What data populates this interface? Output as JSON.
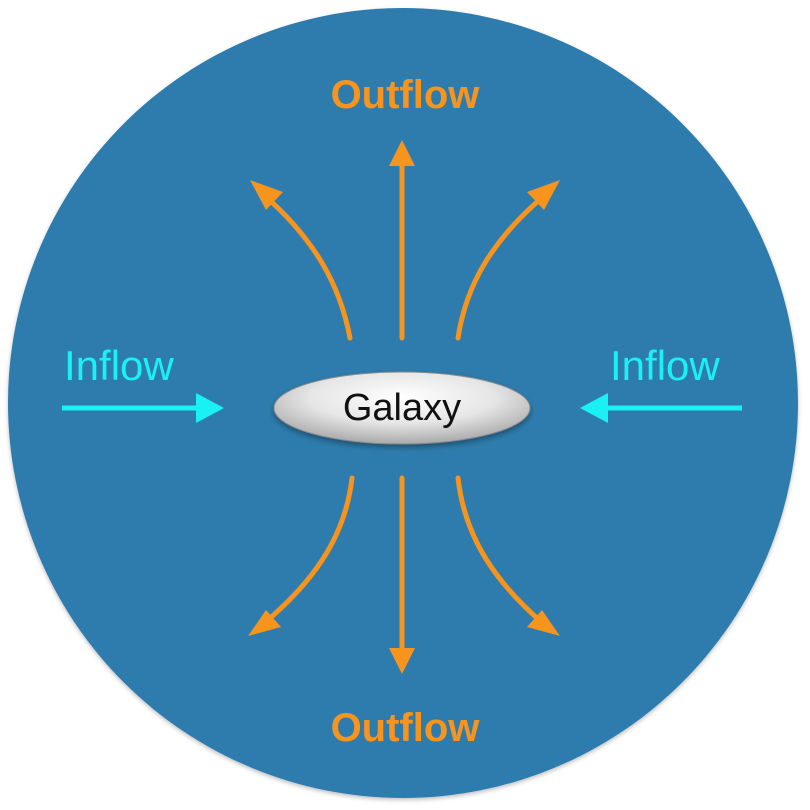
{
  "diagram": {
    "labels": {
      "outflow_top": "Outflow",
      "outflow_bottom": "Outflow",
      "inflow_left": "Inflow",
      "inflow_right": "Inflow",
      "galaxy": "Galaxy"
    },
    "colors": {
      "background_circle": "#2e7bad",
      "outflow": "#f7941d",
      "inflow": "#19f1f5",
      "galaxy_fill": "#e8e8e8",
      "galaxy_text": "#111111"
    }
  }
}
